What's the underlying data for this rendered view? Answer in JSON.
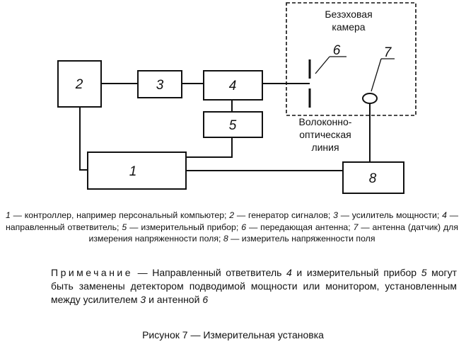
{
  "diagram": {
    "chamber_label_line1": "Безэховая",
    "chamber_label_line2": "камера",
    "fiber_label_line1": "Волоконно-",
    "fiber_label_line2": "оптическая",
    "fiber_label_line3": "линия",
    "blocks": {
      "b1": "1",
      "b2": "2",
      "b3": "3",
      "b4": "4",
      "b5": "5",
      "b8": "8"
    },
    "callouts": {
      "c6": "6",
      "c7": "7"
    }
  },
  "legend": {
    "n1": "1",
    "t1": " — контроллер, например персональный компьютер; ",
    "n2": "2",
    "t2": " — генератор сигналов; ",
    "n3": "3",
    "t3": " — усилитель мощности; ",
    "n4": "4",
    "t4": " — направленный ответвитель; ",
    "n5": "5",
    "t5": " — измерительный прибор; ",
    "n6": "6",
    "t6": " — передающая антенна; ",
    "n7": "7",
    "t7": " — антенна (датчик) для измерения напряженности поля; ",
    "n8": "8",
    "t8": " — измеритель напряженности поля"
  },
  "note": {
    "label": "Примечание",
    "p1": " — Направленный ответвитель ",
    "r4": "4",
    "p2": " и измерительный прибор ",
    "r5": "5",
    "p3": " могут быть заменены детектором подводимой мощности или монитором, установленным между усилителем ",
    "r3": "3",
    "p4": " и антенной ",
    "r6": "6"
  },
  "caption": "Рисунок 7 — Измерительная установка"
}
